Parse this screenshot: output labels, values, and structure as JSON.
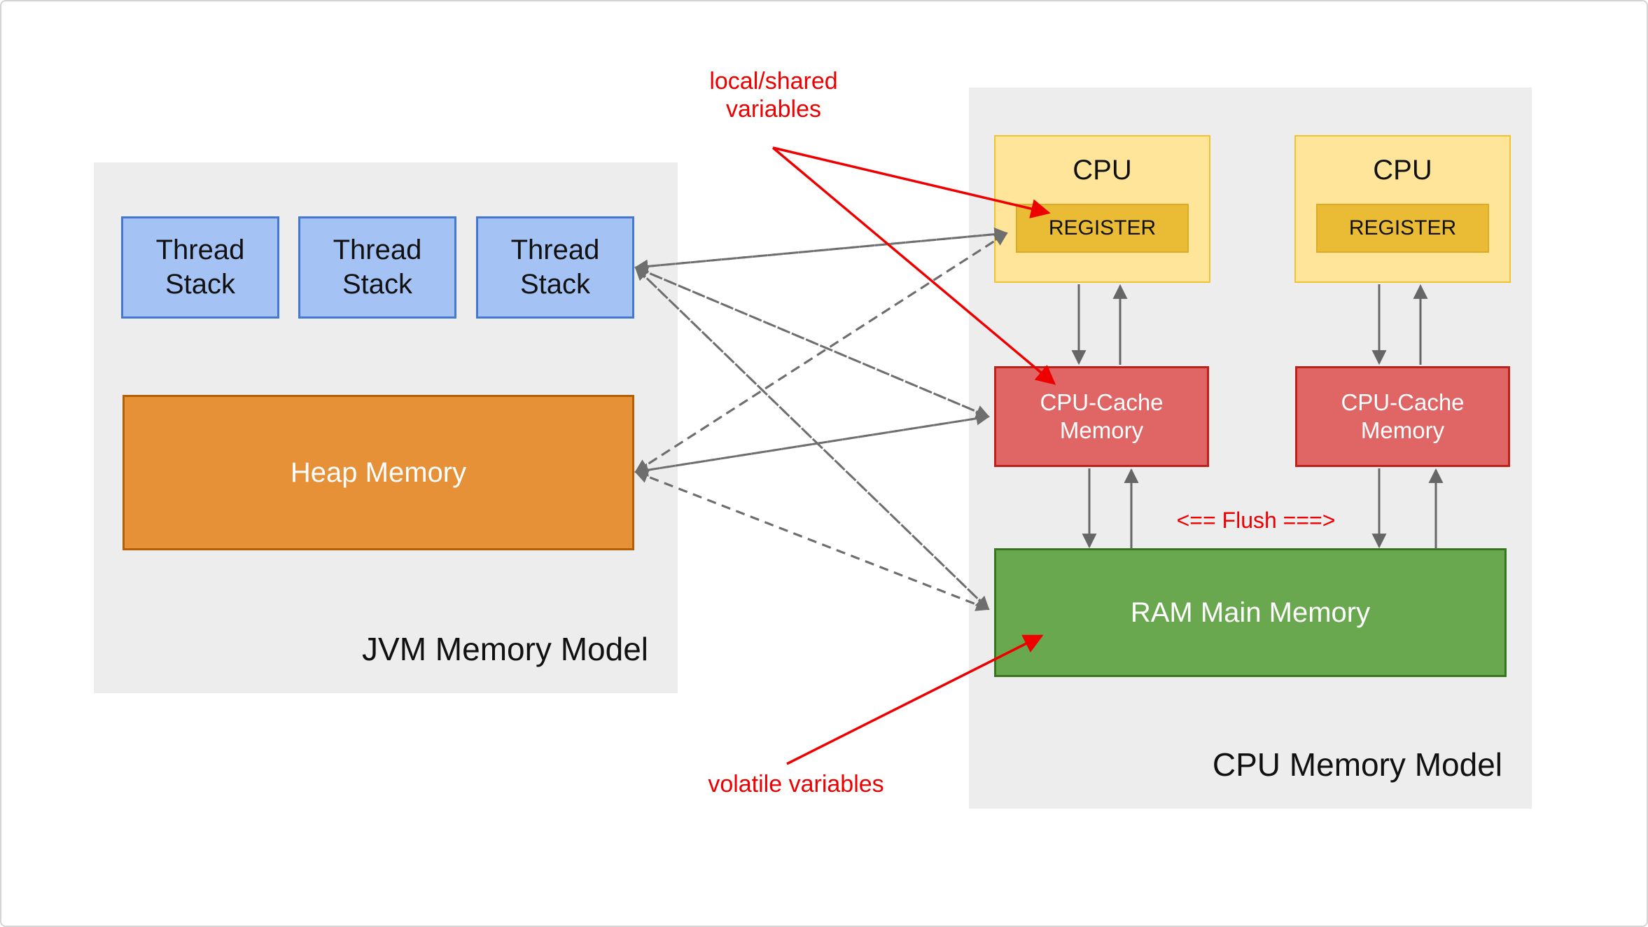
{
  "jvm": {
    "title": "JVM Memory Model",
    "thread_stacks": [
      "Thread\nStack",
      "Thread\nStack",
      "Thread\nStack"
    ],
    "heap_label": "Heap Memory"
  },
  "cpu_model": {
    "title": "CPU Memory Model",
    "cpus": [
      {
        "title": "CPU",
        "register": "REGISTER"
      },
      {
        "title": "CPU",
        "register": "REGISTER"
      }
    ],
    "caches": [
      "CPU-Cache\nMemory",
      "CPU-Cache\nMemory"
    ],
    "ram": "RAM Main Memory",
    "flush_label": "<== Flush ===>"
  },
  "annotations": {
    "local_shared": "local/shared\nvariables",
    "volatile": "volatile variables"
  },
  "edges": {
    "dashed_links": [
      "thread-stack-3 <-> register-1",
      "thread-stack-3 <-> cpu-cache-1",
      "thread-stack-3 <-> ram",
      "heap <-> register-1",
      "heap <-> cpu-cache-1",
      "heap <-> ram"
    ],
    "solid_arrows": [
      "cpu-1 -> cache-1",
      "cache-1 -> cpu-1",
      "cache-1 -> ram",
      "ram -> cache-1",
      "cpu-2 -> cache-2",
      "cache-2 -> cpu-2",
      "cache-2 -> ram",
      "ram -> cache-2"
    ],
    "red_arrows": [
      "local/shared variables -> register-1",
      "local/shared variables -> cpu-cache-1",
      "volatile variables -> ram"
    ]
  },
  "colors": {
    "canvas_border": "#d5d5d5",
    "panel_bg": "#ededed",
    "thread_fill": "#a4c2f4",
    "thread_border": "#4478d1",
    "heap_fill": "#e69138",
    "heap_border": "#b45f06",
    "cpu_fill": "#ffe599",
    "cpu_border": "#f1c232",
    "register_fill": "#eabb35",
    "cache_fill": "#e06666",
    "cache_border": "#c1201a",
    "ram_fill": "#6aa84f",
    "ram_border": "#38761d",
    "solid_arrow": "#666666",
    "dashed_arrow": "#6e6e6e",
    "annotation_red": "#ee0000"
  }
}
